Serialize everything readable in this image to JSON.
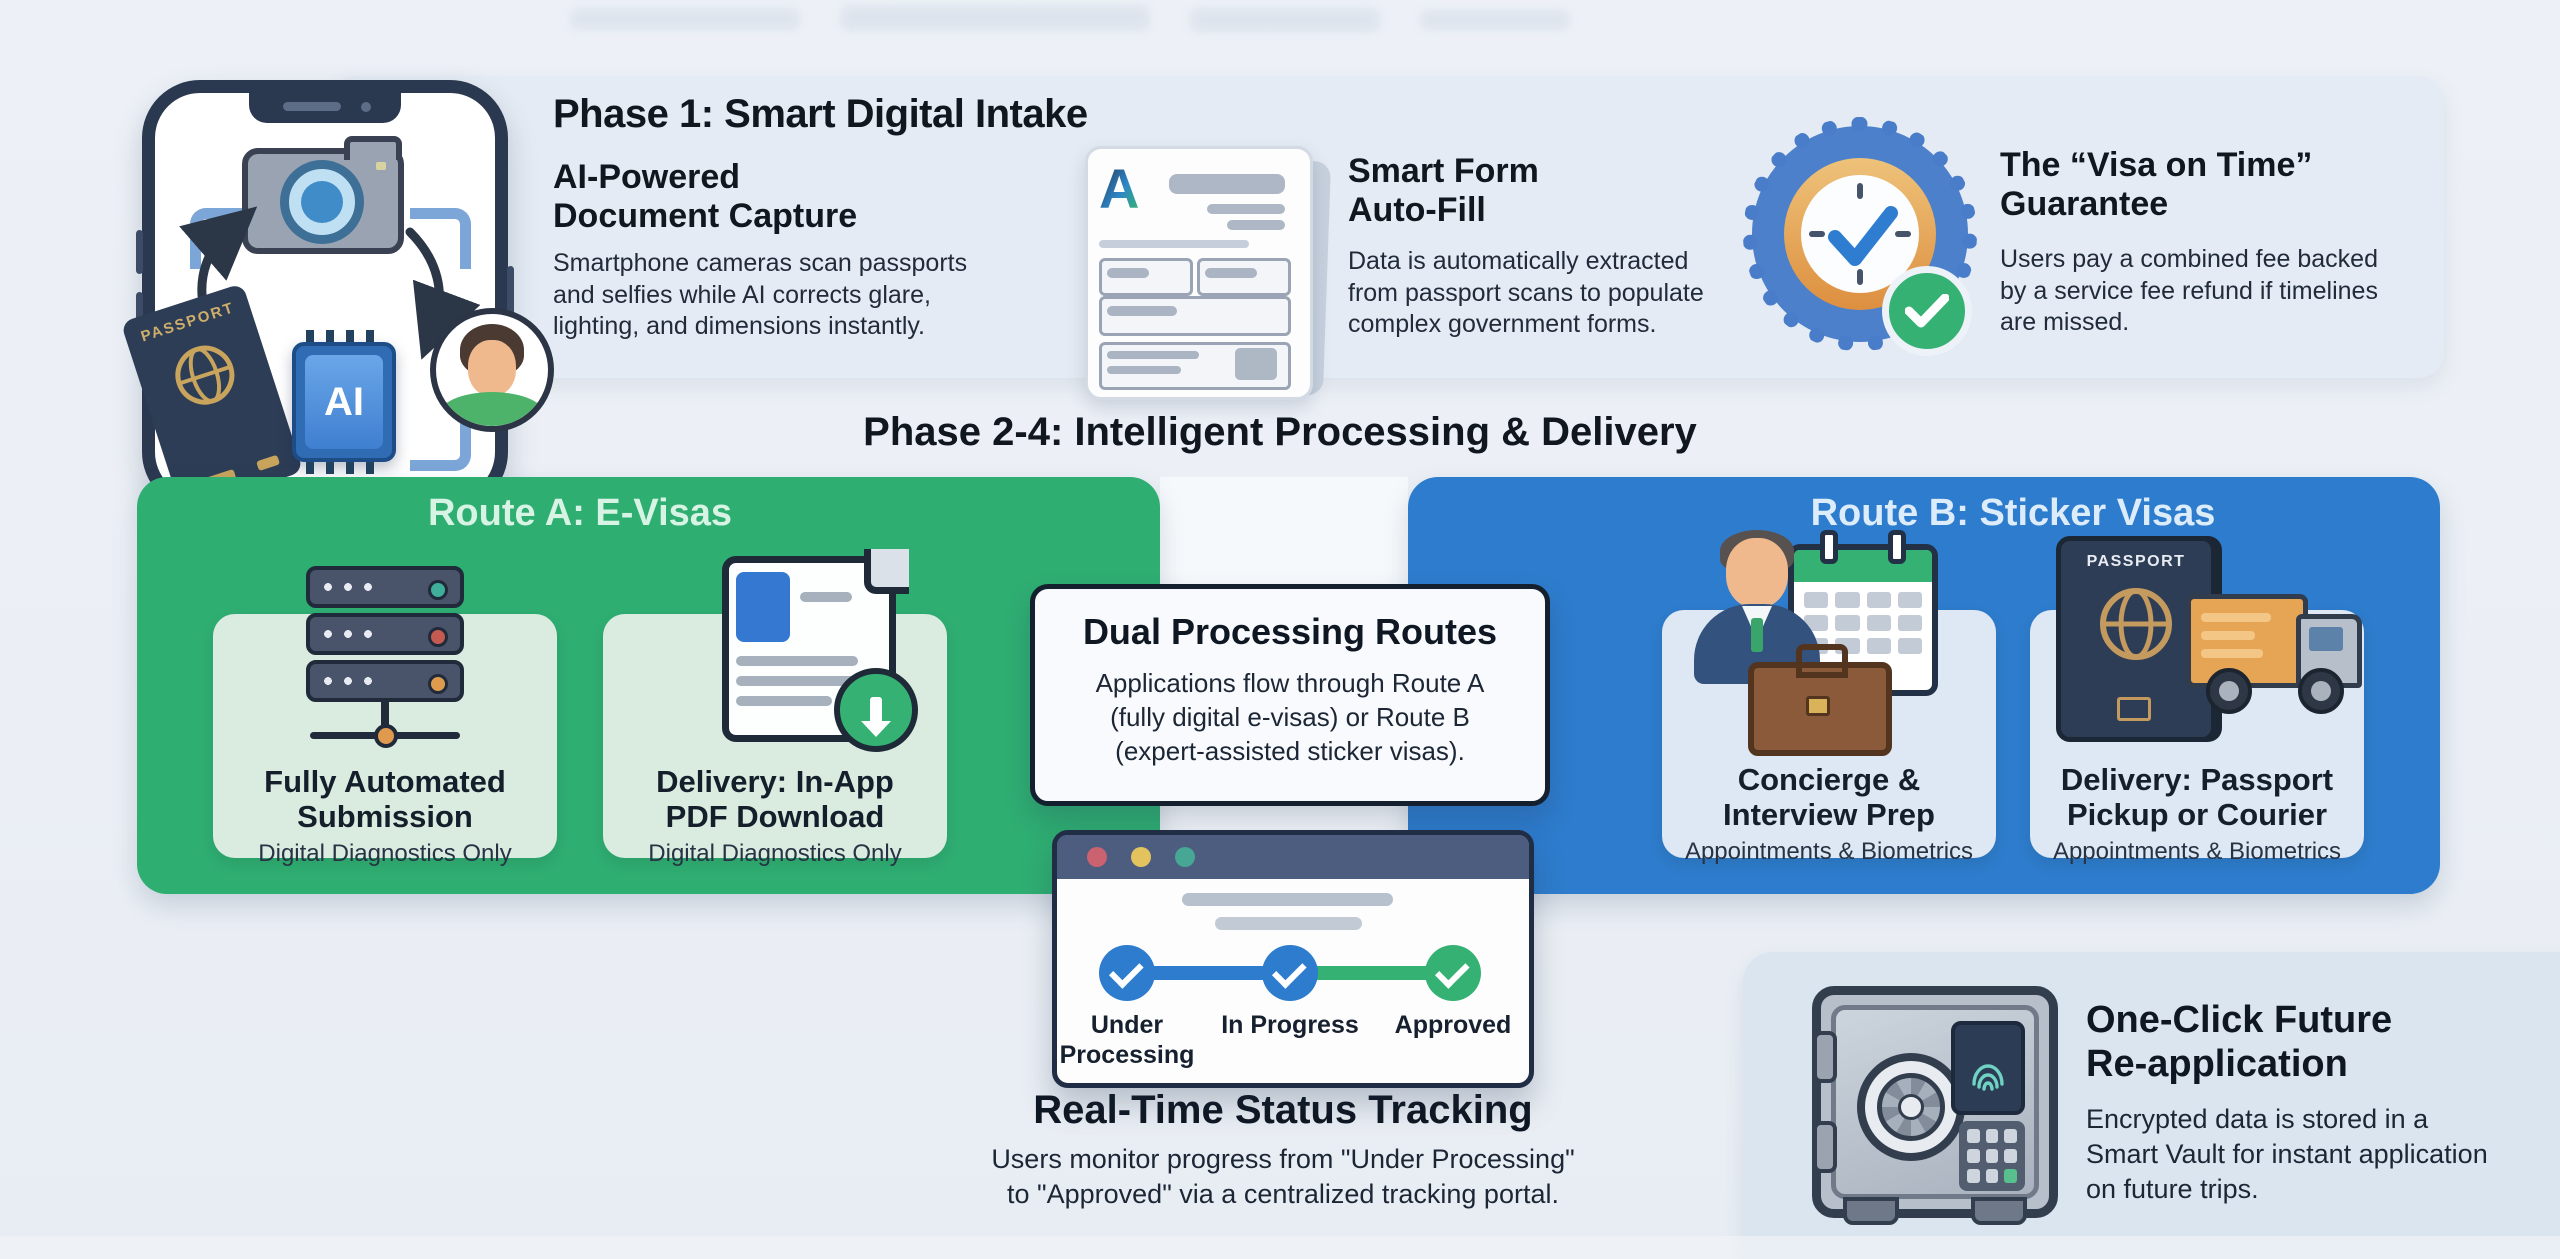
{
  "colors": {
    "route_a_green": "#2fae72",
    "route_b_blue": "#2e7ccd",
    "status_blue": "#2e7ccd",
    "status_green": "#35b273",
    "panel_light": "#e4ebf4"
  },
  "phase1": {
    "title": "Phase 1: Smart Digital Intake",
    "capture": {
      "heading": "AI-Powered\nDocument Capture",
      "body": "Smartphone cameras scan passports\nand selfies while AI corrects glare,\nlighting, and dimensions instantly."
    },
    "autofill": {
      "logo_letter": "A",
      "heading": "Smart Form\nAuto-Fill",
      "body": "Data is automatically extracted\nfrom passport scans to populate\ncomplex government forms."
    },
    "guarantee": {
      "heading": "The “Visa on Time”\nGuarantee",
      "body": "Users pay a combined fee backed\nby a service fee refund if timelines\nare missed."
    }
  },
  "phone": {
    "passport_label": "PASSPORT",
    "chip_label": "AI"
  },
  "phase2": {
    "title": "Phase 2-4: Intelligent Processing & Delivery",
    "route_a": {
      "header": "Route A: E-Visas",
      "cards": [
        {
          "title": "Fully Automated\nSubmission",
          "subtitle": "Digital Diagnostics Only"
        },
        {
          "title": "Delivery: In-App\nPDF Download",
          "subtitle": "Digital Diagnostics Only"
        }
      ]
    },
    "route_b": {
      "header": "Route B: Sticker Visas",
      "passport_label": "PASSPORT",
      "cards": [
        {
          "title": "Concierge &\nInterview Prep",
          "subtitle": "Appointments & Biometrics"
        },
        {
          "title": "Delivery: Passport\nPickup or Courier",
          "subtitle": "Appointments & Biometrics"
        }
      ]
    },
    "dual": {
      "title": "Dual Processing Routes",
      "body": "Applications flow through Route A\n(fully digital e-visas) or Route B\n(expert-assisted sticker visas)."
    }
  },
  "tracking": {
    "steps": [
      {
        "label": "Under\nProcessing"
      },
      {
        "label": "In Progress"
      },
      {
        "label": "Approved"
      }
    ],
    "title": "Real-Time Status Tracking",
    "body": "Users monitor progress from \"Under Processing\"\nto \"Approved\" via a centralized tracking portal."
  },
  "vault": {
    "heading": "One-Click Future\nRe-application",
    "body": "Encrypted data is stored in a\nSmart Vault for instant application\non future trips."
  }
}
